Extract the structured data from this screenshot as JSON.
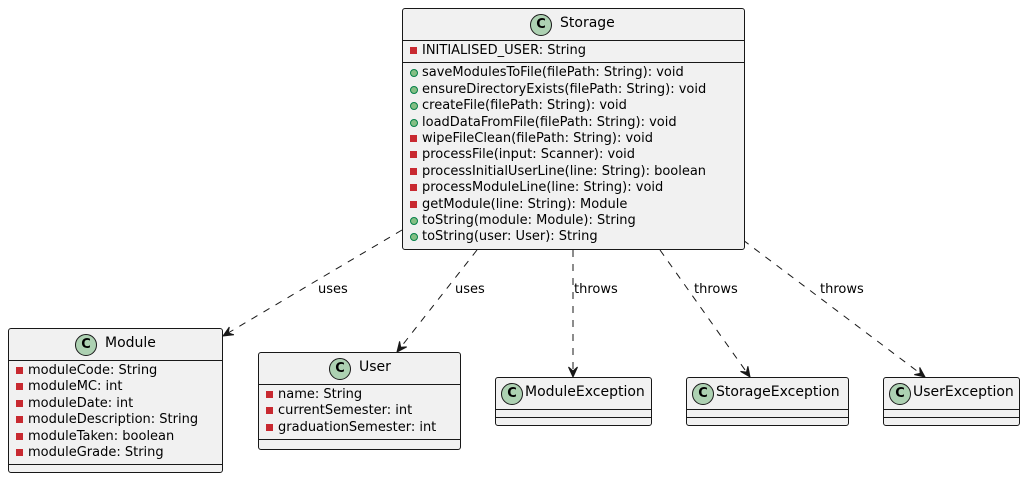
{
  "classes": {
    "storage": {
      "name": "Storage",
      "fields": [
        {
          "vis": "private",
          "text": "INITIALISED_USER: String"
        }
      ],
      "methods": [
        {
          "vis": "public",
          "text": "saveModulesToFile(filePath: String): void"
        },
        {
          "vis": "public",
          "text": "ensureDirectoryExists(filePath: String): void"
        },
        {
          "vis": "public",
          "text": "createFile(filePath: String): void"
        },
        {
          "vis": "public",
          "text": "loadDataFromFile(filePath: String): void"
        },
        {
          "vis": "private",
          "text": "wipeFileClean(filePath: String): void"
        },
        {
          "vis": "private",
          "text": "processFile(input: Scanner): void"
        },
        {
          "vis": "private",
          "text": "processInitialUserLine(line: String): boolean"
        },
        {
          "vis": "private",
          "text": "processModuleLine(line: String): void"
        },
        {
          "vis": "private",
          "text": "getModule(line: String): Module"
        },
        {
          "vis": "public",
          "text": "toString(module: Module): String"
        },
        {
          "vis": "public",
          "text": "toString(user: User): String"
        }
      ]
    },
    "module": {
      "name": "Module",
      "fields": [
        {
          "vis": "private",
          "text": "moduleCode: String"
        },
        {
          "vis": "private",
          "text": "moduleMC: int"
        },
        {
          "vis": "private",
          "text": "moduleDate: int"
        },
        {
          "vis": "private",
          "text": "moduleDescription: String"
        },
        {
          "vis": "private",
          "text": "moduleTaken: boolean"
        },
        {
          "vis": "private",
          "text": "moduleGrade: String"
        }
      ],
      "methods": []
    },
    "user": {
      "name": "User",
      "fields": [
        {
          "vis": "private",
          "text": "name: String"
        },
        {
          "vis": "private",
          "text": "currentSemester: int"
        },
        {
          "vis": "private",
          "text": "graduationSemester: int"
        }
      ],
      "methods": []
    },
    "module_exception": {
      "name": "ModuleException",
      "fields": [],
      "methods": []
    },
    "storage_exception": {
      "name": "StorageException",
      "fields": [],
      "methods": []
    },
    "user_exception": {
      "name": "UserException",
      "fields": [],
      "methods": []
    }
  },
  "class_badge": "C",
  "relations": [
    {
      "from": "storage",
      "to": "module",
      "label": "uses"
    },
    {
      "from": "storage",
      "to": "user",
      "label": "uses"
    },
    {
      "from": "storage",
      "to": "module_exception",
      "label": "throws"
    },
    {
      "from": "storage",
      "to": "storage_exception",
      "label": "throws"
    },
    {
      "from": "storage",
      "to": "user_exception",
      "label": "throws"
    }
  ],
  "colors": {
    "class_fill": "#f1f1f1",
    "border": "#181818",
    "badge": "#add1b2",
    "private_marker": "#c82930",
    "public_marker": "#84be84"
  }
}
